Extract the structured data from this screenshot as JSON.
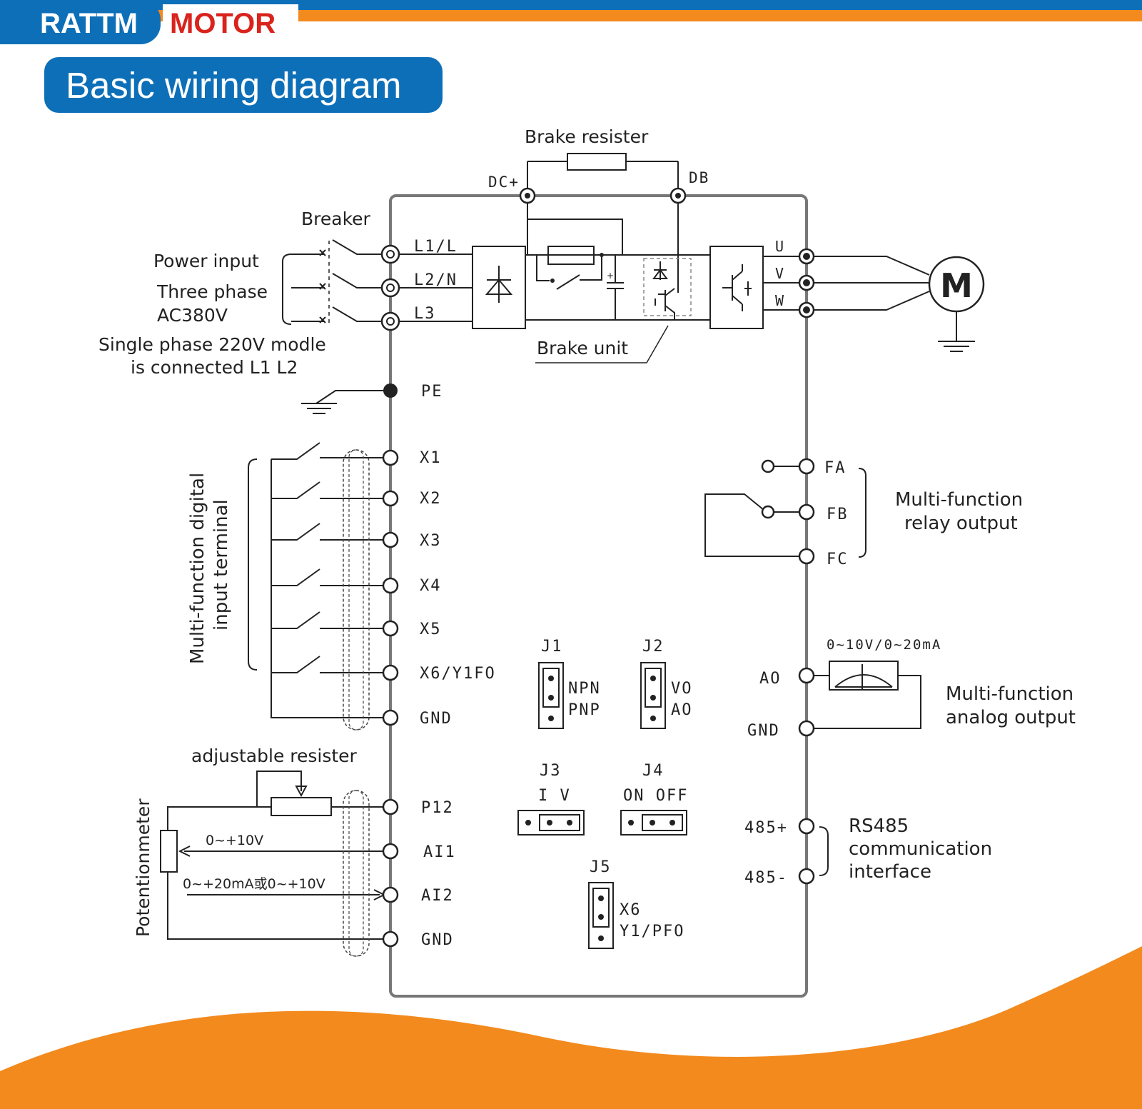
{
  "brand": {
    "name_part1": "RATTM",
    "name_part2": "MOTOR",
    "colors": {
      "blue": "#0d6fb8",
      "orange": "#f28a1e",
      "red": "#d9231c",
      "wire": "#222222",
      "frame": "#777777"
    }
  },
  "header": {
    "title": "Basic wiring diagram"
  },
  "power": {
    "brake_resister": "Brake resister",
    "dc_plus": "DC+",
    "db": "DB",
    "breaker": "Breaker",
    "power_input": "Power input",
    "three_phase": "Three phase",
    "ac380v": "AC380V",
    "single_phase_line1": "Single  phase  220V  modle",
    "single_phase_line2": "is  connected  L1  L2",
    "l1": "L1/L",
    "l2": "L2/N",
    "l3": "L3",
    "brake_unit": "Brake  unit",
    "u": "U",
    "v": "V",
    "w": "W",
    "motor": "M",
    "pe": "PE"
  },
  "digital_inputs": {
    "group_label_line1": "Multi-function digital",
    "group_label_line2": "input terminal",
    "terminals": [
      "X1",
      "X2",
      "X3",
      "X4",
      "X5",
      "X6/Y1FO",
      "GND"
    ]
  },
  "analog_inputs": {
    "adjustable_resister": "adjustable resister",
    "potentiometer": "Potentionmeter",
    "range_ai1": "0~+10V",
    "range_ai2": "0~+20mA或0~+10V",
    "terminals": [
      "P12",
      "AI1",
      "AI2",
      "GND"
    ]
  },
  "jumpers": {
    "j1": {
      "name": "J1",
      "top": "NPN",
      "bottom": "PNP"
    },
    "j2": {
      "name": "J2",
      "top": "VO",
      "bottom": "AO"
    },
    "j3": {
      "name": "J3",
      "options": "I  V"
    },
    "j4": {
      "name": "J4",
      "options": "ON OFF"
    },
    "j5": {
      "name": "J5",
      "top": "X6",
      "bottom": "Y1/PFO"
    }
  },
  "relay_output": {
    "terminals": [
      "FA",
      "FB",
      "FC"
    ],
    "label_line1": "Multi-function",
    "label_line2": "relay  output"
  },
  "analog_output": {
    "range": "0~10V/0~20mA",
    "terminals": [
      "AO",
      "GND"
    ],
    "label_line1": "Multi-function",
    "label_line2": "analog output"
  },
  "rs485": {
    "terminals": [
      "485+",
      "485-"
    ],
    "label_line1": "RS485",
    "label_line2": "communication",
    "label_line3": "interface"
  }
}
